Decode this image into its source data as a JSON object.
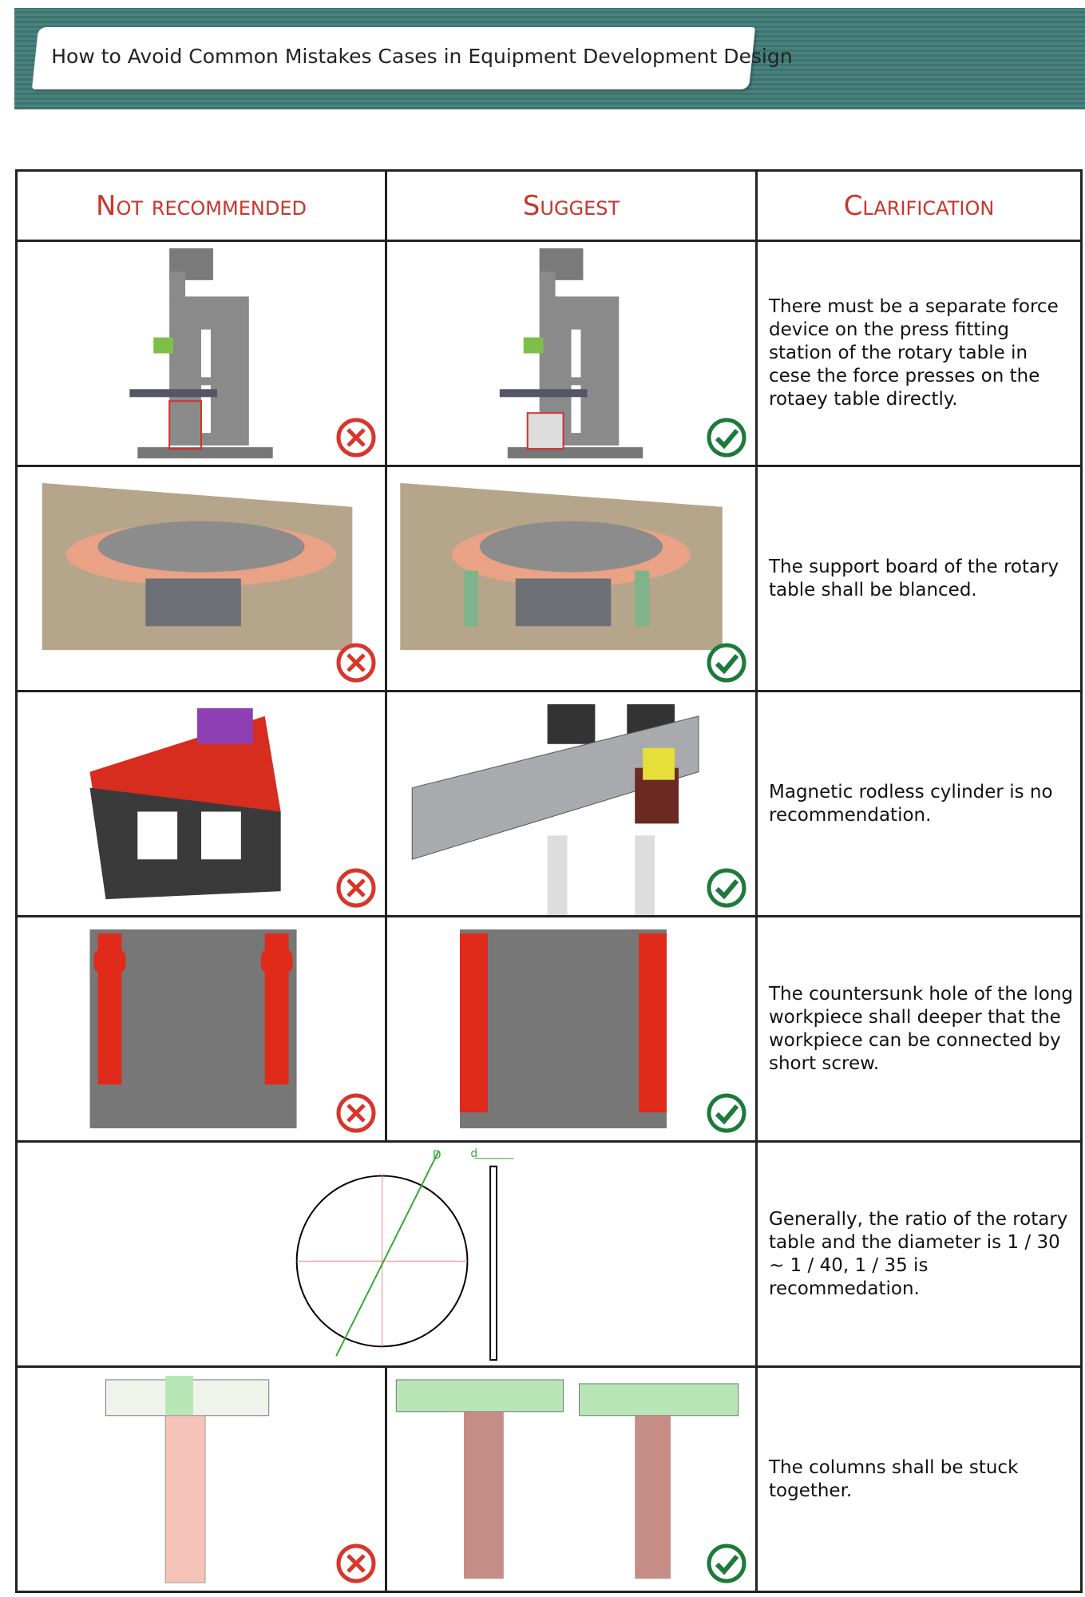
{
  "header": {
    "title": "How to Avoid Common Mistakes Cases in Equipment Development Design"
  },
  "columns": [
    "Not recommended",
    "Suggest",
    "Clarification"
  ],
  "rows": [
    {
      "illustration": "press-fitting-station",
      "clarification": "There must be a separate force device on the press fitting station of the rotary table in cese the force presses on the rotaey table directly."
    },
    {
      "illustration": "rotary-table-support-board",
      "clarification": "The support board of the rotary table shall be blanced."
    },
    {
      "illustration": "rodless-cylinder",
      "clarification": "Magnetic rodless cylinder is no recommendation."
    },
    {
      "illustration": "countersunk-hole",
      "clarification": "The countersunk hole of the long workpiece shall deeper that the workpiece can be connected by short screw."
    },
    {
      "illustration": "rotary-table-ratio",
      "labels": {
        "D": "D",
        "d": "d"
      },
      "clarification": "Generally, the ratio of the rotary table and the diameter is 1 / 30 ~ 1 / 40, 1 / 35 is recommedation."
    },
    {
      "illustration": "columns-stuck",
      "clarification": "The columns shall be stuck together."
    }
  ],
  "icons": {
    "bad": "x-circle-icon",
    "good": "check-circle-icon"
  },
  "colors": {
    "header_text": "#c9352b",
    "bad": "#d8352b",
    "good": "#1d7a3a",
    "band": "#3d7470"
  }
}
